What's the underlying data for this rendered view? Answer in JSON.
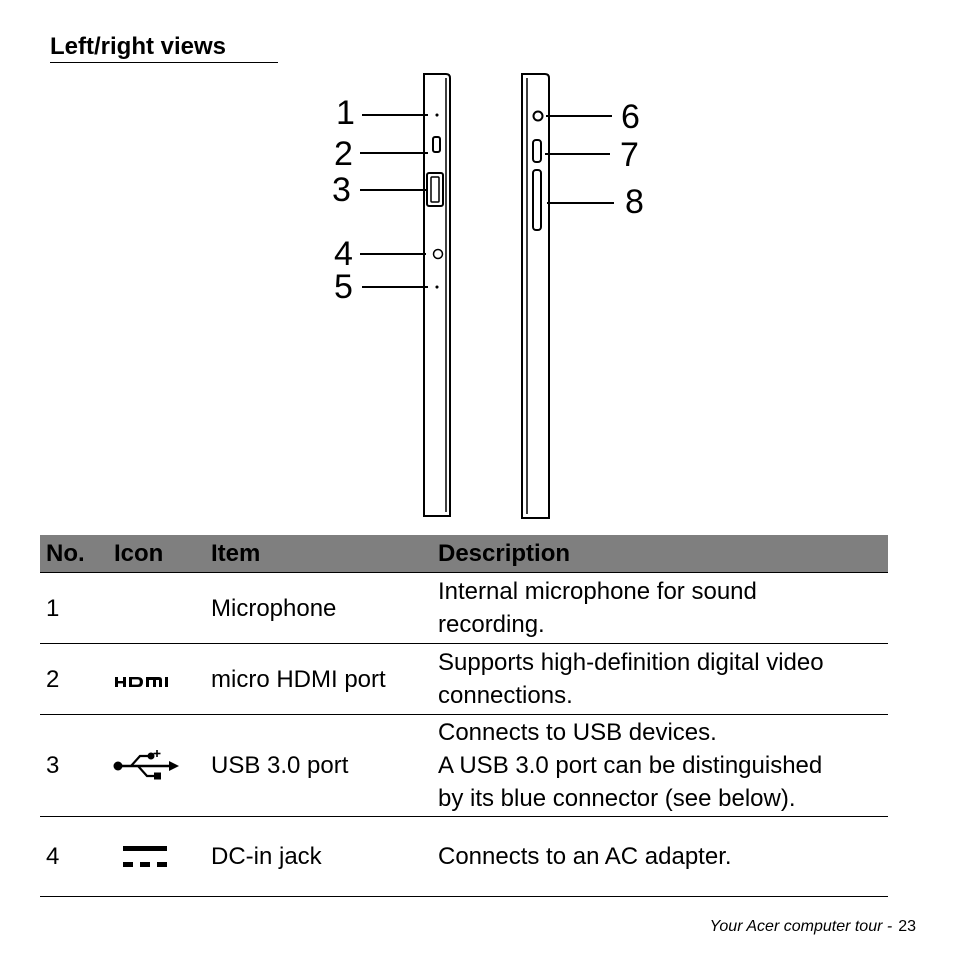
{
  "page": {
    "heading": "Left/right views",
    "footer_text": "Your Acer computer tour -",
    "page_number": "23"
  },
  "diagram": {
    "left_callouts": [
      "1",
      "2",
      "3",
      "4",
      "5"
    ],
    "right_callouts": [
      "6",
      "7",
      "8"
    ]
  },
  "table": {
    "headers": {
      "no": "No.",
      "icon": "Icon",
      "item": "Item",
      "description": "Description"
    },
    "rows": [
      {
        "no": "1",
        "icon": "",
        "item": "Microphone",
        "description": [
          "Internal microphone for sound",
          "recording."
        ]
      },
      {
        "no": "2",
        "icon": "hdmi-icon",
        "item": "micro HDMI port",
        "description": [
          "Supports high-definition digital video",
          "connections."
        ]
      },
      {
        "no": "3",
        "icon": "usb-icon",
        "item": "USB 3.0 port",
        "description": [
          "Connects to USB devices.",
          "A USB 3.0 port can be distinguished",
          "by its blue connector (see below)."
        ]
      },
      {
        "no": "4",
        "icon": "dc-in-icon",
        "item": "DC-in jack",
        "description": [
          "Connects to an AC adapter."
        ]
      }
    ]
  },
  "colors": {
    "header_fill": "#7f7f7f",
    "ink": "#000000"
  }
}
